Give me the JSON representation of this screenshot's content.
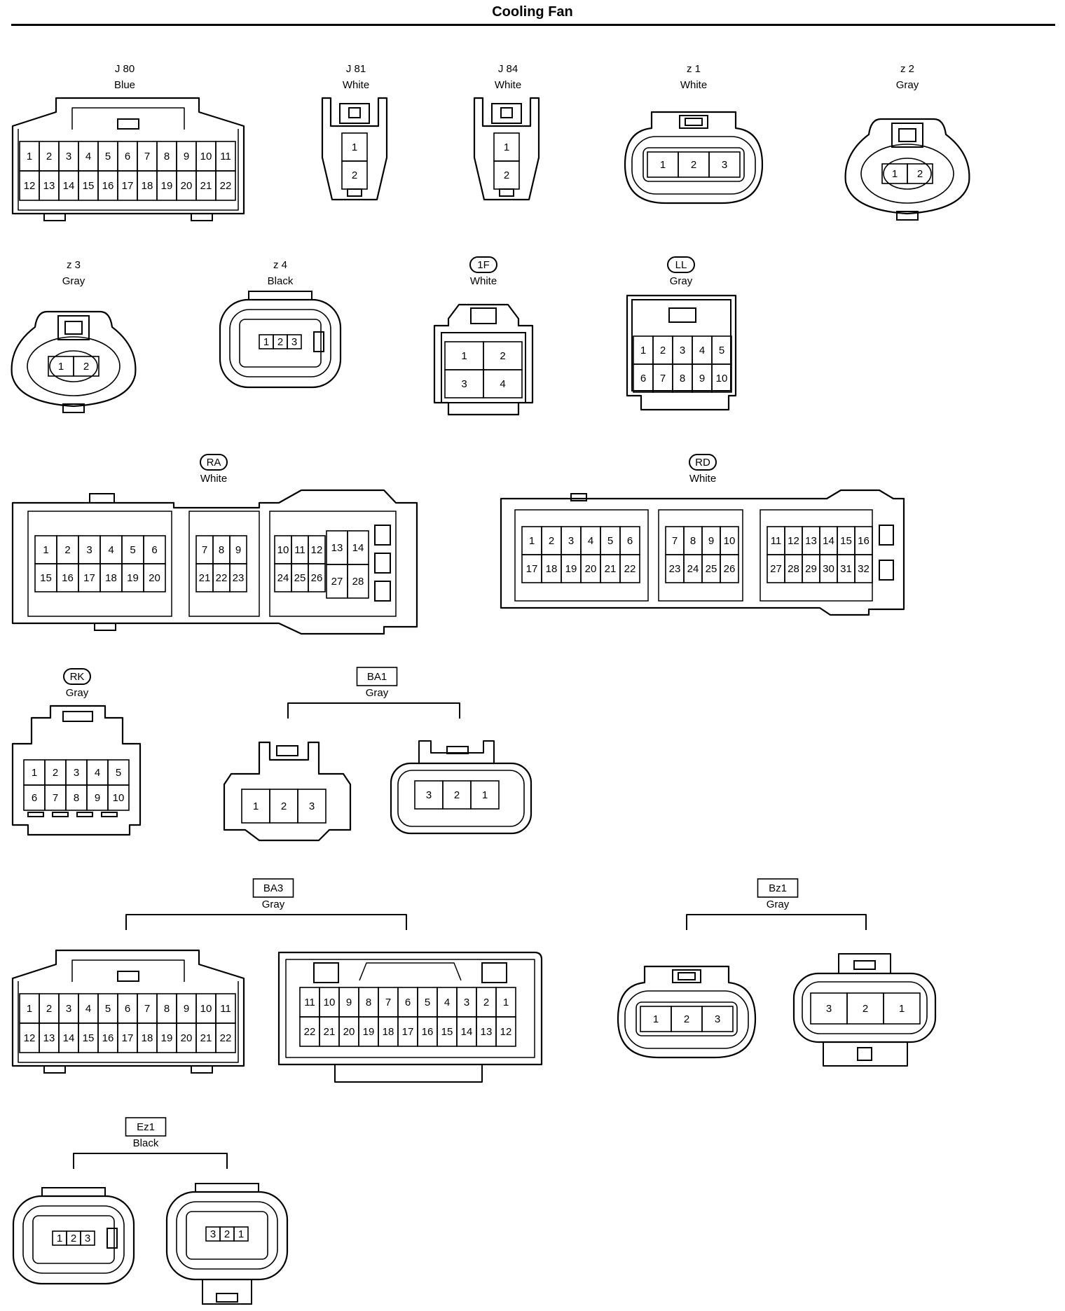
{
  "title": "Cooling Fan",
  "connectors": [
    {
      "id": "J80",
      "code": "J 80",
      "code_style": "plain",
      "color": "Blue",
      "views": [
        {
          "style": "dual-row",
          "pins": [
            [
              "1",
              "2",
              "3",
              "4",
              "5",
              "6",
              "7",
              "8",
              "9",
              "10",
              "11"
            ],
            [
              "12",
              "13",
              "14",
              "15",
              "16",
              "17",
              "18",
              "19",
              "20",
              "21",
              "22"
            ]
          ]
        }
      ]
    },
    {
      "id": "J81",
      "code": "J 81",
      "code_style": "plain",
      "color": "White",
      "views": [
        {
          "style": "vertical",
          "pins": [
            [
              "1"
            ],
            [
              "2"
            ]
          ]
        }
      ]
    },
    {
      "id": "J84",
      "code": "J 84",
      "code_style": "plain",
      "color": "White",
      "views": [
        {
          "style": "vertical",
          "pins": [
            [
              "1"
            ],
            [
              "2"
            ]
          ]
        }
      ]
    },
    {
      "id": "z1",
      "code": "z 1",
      "code_style": "plain",
      "color": "White",
      "views": [
        {
          "style": "oval",
          "pins": [
            [
              "1",
              "2",
              "3"
            ]
          ]
        }
      ]
    },
    {
      "id": "z2",
      "code": "z 2",
      "code_style": "plain",
      "color": "Gray",
      "views": [
        {
          "style": "round",
          "pins": [
            [
              "1",
              "2"
            ]
          ]
        }
      ]
    },
    {
      "id": "z3",
      "code": "z 3",
      "code_style": "plain",
      "color": "Gray",
      "views": [
        {
          "style": "round",
          "pins": [
            [
              "1",
              "2"
            ]
          ]
        }
      ]
    },
    {
      "id": "z4",
      "code": "z 4",
      "code_style": "plain",
      "color": "Black",
      "views": [
        {
          "style": "sealed",
          "pins": [
            [
              "1",
              "2",
              "3"
            ]
          ]
        }
      ]
    },
    {
      "id": "1F",
      "code": "1F",
      "code_style": "rounded",
      "color": "White",
      "views": [
        {
          "style": "grid",
          "pins": [
            [
              "1",
              "2"
            ],
            [
              "3",
              "4"
            ]
          ]
        }
      ]
    },
    {
      "id": "LL",
      "code": "LL",
      "code_style": "rounded",
      "color": "Gray",
      "views": [
        {
          "style": "grid",
          "pins": [
            [
              "1",
              "2",
              "3",
              "4",
              "5"
            ],
            [
              "6",
              "7",
              "8",
              "9",
              "10"
            ]
          ]
        }
      ]
    },
    {
      "id": "RA",
      "code": "RA",
      "code_style": "rounded",
      "color": "White",
      "views": [
        {
          "style": "multi-block",
          "blocks": [
            [
              [
                "1",
                "2",
                "3",
                "4",
                "5",
                "6"
              ],
              [
                "15",
                "16",
                "17",
                "18",
                "19",
                "20"
              ]
            ],
            [
              [
                "7",
                "8",
                "9"
              ],
              [
                "21",
                "22",
                "23"
              ]
            ],
            [
              [
                "10",
                "11",
                "12"
              ],
              [
                "24",
                "25",
                "26"
              ]
            ],
            [
              [
                "13",
                "14"
              ],
              [
                "27",
                "28"
              ]
            ]
          ]
        }
      ]
    },
    {
      "id": "RD",
      "code": "RD",
      "code_style": "rounded",
      "color": "White",
      "views": [
        {
          "style": "multi-block",
          "blocks": [
            [
              [
                "1",
                "2",
                "3",
                "4",
                "5",
                "6"
              ],
              [
                "17",
                "18",
                "19",
                "20",
                "21",
                "22"
              ]
            ],
            [
              [
                "7",
                "8",
                "9",
                "10"
              ],
              [
                "23",
                "24",
                "25",
                "26"
              ]
            ],
            [
              [
                "11",
                "12",
                "13",
                "14",
                "15",
                "16"
              ],
              [
                "27",
                "28",
                "29",
                "30",
                "31",
                "32"
              ]
            ]
          ]
        }
      ]
    },
    {
      "id": "RK",
      "code": "RK",
      "code_style": "rounded",
      "color": "Gray",
      "views": [
        {
          "style": "grid",
          "pins": [
            [
              "1",
              "2",
              "3",
              "4",
              "5"
            ],
            [
              "6",
              "7",
              "8",
              "9",
              "10"
            ]
          ]
        }
      ]
    },
    {
      "id": "BA1",
      "code": "BA1",
      "code_style": "box",
      "color": "Gray",
      "views": [
        {
          "style": "female",
          "pins": [
            [
              "1",
              "2",
              "3"
            ]
          ]
        },
        {
          "style": "male",
          "pins": [
            [
              "3",
              "2",
              "1"
            ]
          ]
        }
      ]
    },
    {
      "id": "BA3",
      "code": "BA3",
      "code_style": "box",
      "color": "Gray",
      "views": [
        {
          "style": "dual-row",
          "pins": [
            [
              "1",
              "2",
              "3",
              "4",
              "5",
              "6",
              "7",
              "8",
              "9",
              "10",
              "11"
            ],
            [
              "12",
              "13",
              "14",
              "15",
              "16",
              "17",
              "18",
              "19",
              "20",
              "21",
              "22"
            ]
          ]
        },
        {
          "style": "dual-row-male",
          "pins": [
            [
              "11",
              "10",
              "9",
              "8",
              "7",
              "6",
              "5",
              "4",
              "3",
              "2",
              "1"
            ],
            [
              "22",
              "21",
              "20",
              "19",
              "18",
              "17",
              "16",
              "15",
              "14",
              "13",
              "12"
            ]
          ]
        }
      ]
    },
    {
      "id": "Bz1",
      "code": "Bz1",
      "code_style": "box",
      "color": "Gray",
      "views": [
        {
          "style": "oval",
          "pins": [
            [
              "1",
              "2",
              "3"
            ]
          ]
        },
        {
          "style": "oval-male",
          "pins": [
            [
              "3",
              "2",
              "1"
            ]
          ]
        }
      ]
    },
    {
      "id": "Ez1",
      "code": "Ez1",
      "code_style": "box",
      "color": "Black",
      "views": [
        {
          "style": "sealed",
          "pins": [
            [
              "1",
              "2",
              "3"
            ]
          ]
        },
        {
          "style": "sealed-male",
          "pins": [
            [
              "3",
              "2",
              "1"
            ]
          ]
        }
      ]
    }
  ]
}
